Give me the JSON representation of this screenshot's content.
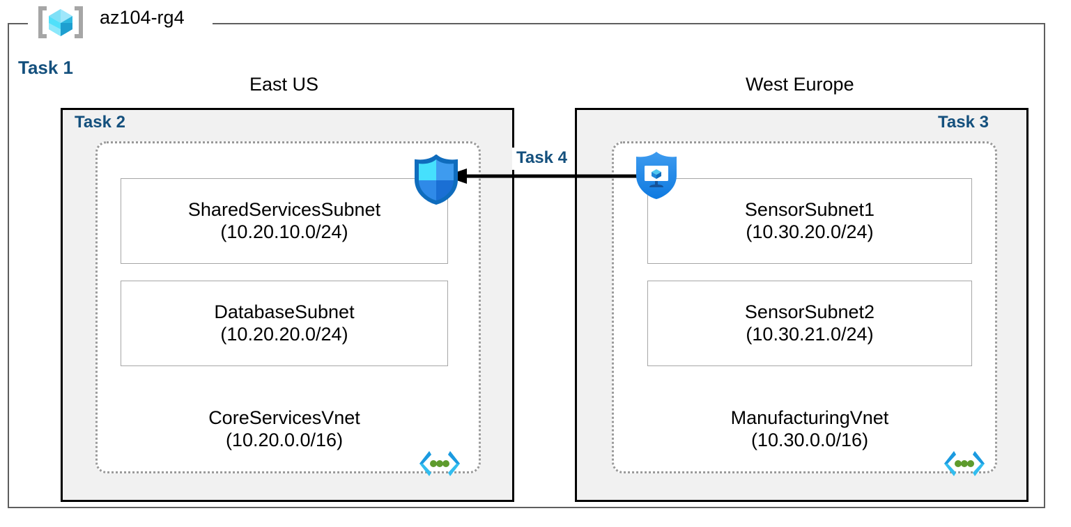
{
  "resource_group": {
    "title": "az104-rg4",
    "icon": "resource-group-cube-icon"
  },
  "tasks": {
    "task1": "Task 1",
    "task2": "Task 2",
    "task3": "Task 3",
    "task4": "Task 4"
  },
  "regions": [
    {
      "key": "east",
      "caption": "East US",
      "task_label": "Task 2",
      "vnet": {
        "name": "CoreServicesVnet",
        "cidr": "(10.20.0.0/16)",
        "icon": "virtual-network-icon",
        "subnets": [
          {
            "name": "SharedServicesSubnet",
            "cidr": "(10.20.10.0/24)"
          },
          {
            "name": "DatabaseSubnet",
            "cidr": "(10.20.20.0/24)"
          }
        ]
      },
      "attached_icon": "shield-firewall-icon"
    },
    {
      "key": "west",
      "caption": "West Europe",
      "task_label": "Task 3",
      "vnet": {
        "name": "ManufacturingVnet",
        "cidr": "(10.30.0.0/16)",
        "icon": "virtual-network-icon",
        "subnets": [
          {
            "name": "SensorSubnet1",
            "cidr": "(10.30.20.0/24)"
          },
          {
            "name": "SensorSubnet2",
            "cidr": "(10.30.21.0/24)"
          }
        ]
      },
      "attached_icon": "shield-bastion-vm-icon"
    }
  ],
  "connection": {
    "label": "Task 4",
    "direction": "right-to-left",
    "from": "ManufacturingVnet",
    "to": "CoreServicesVnet",
    "color": "#000000"
  },
  "colors": {
    "task_label": "#14507d",
    "region_fill": "#f1f1f1",
    "region_border": "#000000",
    "vnet_border": "#999999",
    "subnet_border": "#a6a6a6",
    "rg_border": "#5e5e5e",
    "azure_blue": "#0078d4",
    "cyan": "#32bdef",
    "green_dot": "#5e9b2d"
  }
}
